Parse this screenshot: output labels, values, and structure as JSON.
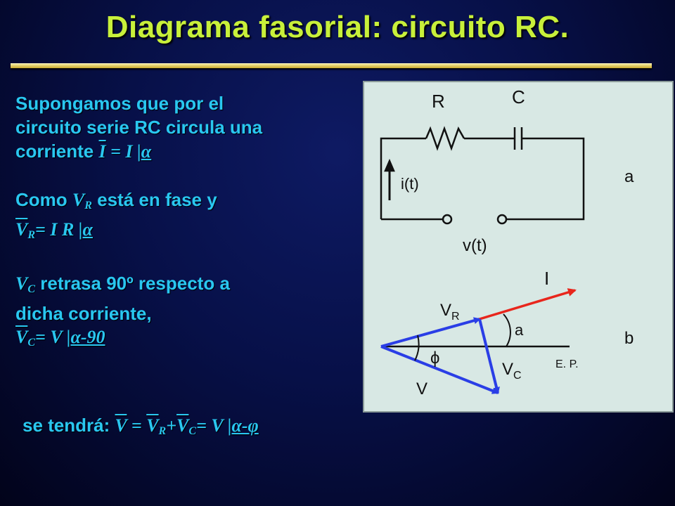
{
  "title": "Diagrama fasorial: circuito RC.",
  "text": {
    "p1_line1": "Supongamos que por el",
    "p1_line2": "circuito serie RC circula una",
    "p1_line3": "corriente",
    "p1_math_I": "I",
    "p1_math_eq": " = I |",
    "p1_math_angle": "α",
    "p2_line1_a": "Como ",
    "p2_VR": "V",
    "p2_VR_sub": "R",
    "p2_line1_b": " está en fase y",
    "p2_eq_V": "V",
    "p2_eq_sub": "R",
    "p2_eq_rest": "= I R |",
    "p2_eq_angle": "α",
    "p3_VC": "V",
    "p3_VC_sub": "C",
    "p3_line1_b": " retrasa 90º respecto a",
    "p3_line2": "dicha corriente,",
    "p3_eq_V": "V",
    "p3_eq_sub": "C",
    "p3_eq_rest": "= V |",
    "p3_eq_angle": "α-90",
    "result_label": "se tendrá: ",
    "res_V": "V",
    "res_eq": " = ",
    "res_VR": "V",
    "res_VR_sub": "R",
    "res_plus": "+",
    "res_VC": "V",
    "res_VC_sub": "C",
    "res_rest": "= V |",
    "res_angle": "α-φ"
  },
  "diagram": {
    "circuit": {
      "R": "R",
      "C": "C",
      "i": "i(t)",
      "v": "v(t)",
      "tag": "a"
    },
    "phasor": {
      "I": "I",
      "VR": "V",
      "VR_sub": "R",
      "VC": "V",
      "VC_sub": "C",
      "V": "V",
      "alpha": "a",
      "phi": "ϕ",
      "ep": "E. P.",
      "tag": "b"
    },
    "colors": {
      "I": "#e8261c",
      "VR": "#2a3ee6",
      "VC": "#2a3ee6",
      "V": "#2a3ee6"
    }
  }
}
